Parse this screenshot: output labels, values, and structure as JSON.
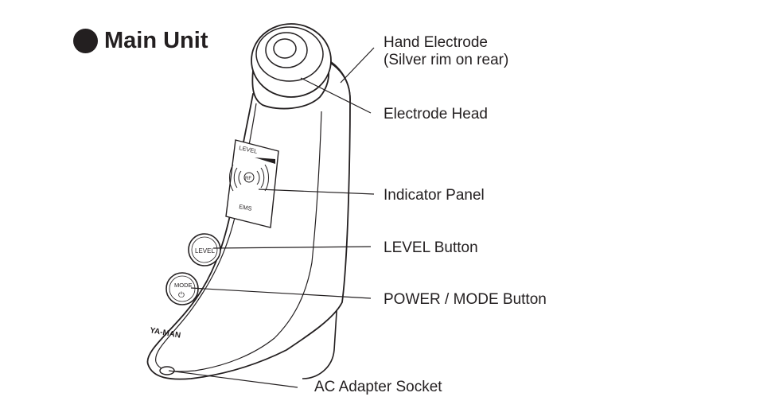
{
  "title": "Main Unit",
  "callouts": {
    "hand_electrode": "Hand Electrode",
    "hand_electrode_note": "(Silver rim on rear)",
    "electrode_head": "Electrode Head",
    "indicator_panel": "Indicator Panel",
    "level_button": "LEVEL Button",
    "power_mode_button": "POWER / MODE Button",
    "ac_socket": "AC Adapter Socket"
  },
  "device_labels": {
    "level": "LEVEL",
    "rf": "RF",
    "ems": "EMS",
    "level_button": "LEVEL",
    "mode_button": "MODE",
    "power_symbol": "⏻",
    "brand": "YA-MAN"
  }
}
